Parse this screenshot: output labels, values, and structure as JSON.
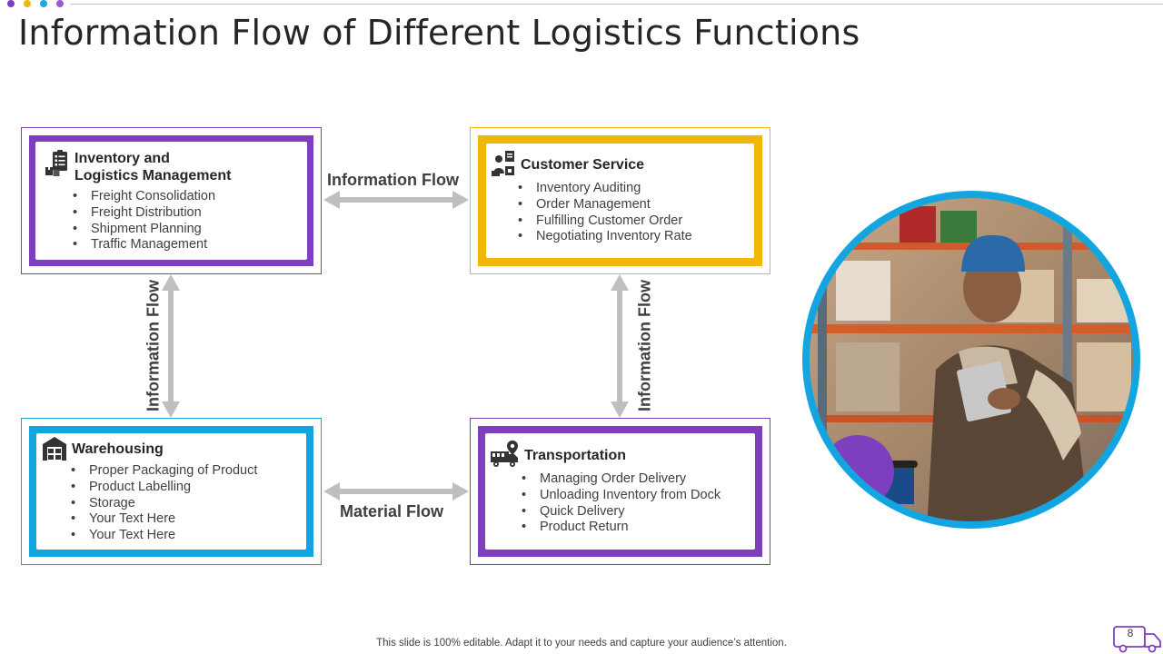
{
  "title": "Information Flow of Different Logistics Functions",
  "top_dots": [
    "#7b3fc4",
    "#f5b800",
    "#1aa7e0",
    "#9b59d0"
  ],
  "cards": {
    "inventory": {
      "title": "Inventory and\nLogistics Management",
      "icon": "clipboard-boxes-icon",
      "color": "#7e3fbf",
      "items": [
        "Freight Consolidation",
        "Freight Distribution",
        "Shipment Planning",
        "Traffic Management"
      ]
    },
    "customer": {
      "title": "Customer Service",
      "icon": "customer-support-icon",
      "color": "#f2b705",
      "items": [
        "Inventory Auditing",
        "Order Management",
        "Fulfilling Customer Order",
        "Negotiating Inventory Rate"
      ]
    },
    "warehousing": {
      "title": "Warehousing",
      "icon": "warehouse-icon",
      "color": "#12a5e0",
      "items": [
        "Proper Packaging of Product",
        "Product Labelling",
        "Storage",
        "Your Text Here",
        "Your Text Here"
      ]
    },
    "transportation": {
      "title": "Transportation",
      "icon": "delivery-truck-pin-icon",
      "color": "#7e3fbf",
      "items": [
        "Managing Order Delivery",
        "Unloading Inventory from Dock",
        "Quick Delivery",
        "Product Return"
      ]
    }
  },
  "flows": {
    "top": "Information Flow",
    "left": "Information Flow",
    "right": "Information Flow",
    "bottom": "Material Flow"
  },
  "photo": {
    "icon": "warehouse-worker-photo",
    "ring_color": "#12a5e0",
    "accent_color": "#7e3fbf"
  },
  "footer": "This slide is 100% editable. Adapt it to your needs and capture your audience’s attention.",
  "page_number": "8"
}
